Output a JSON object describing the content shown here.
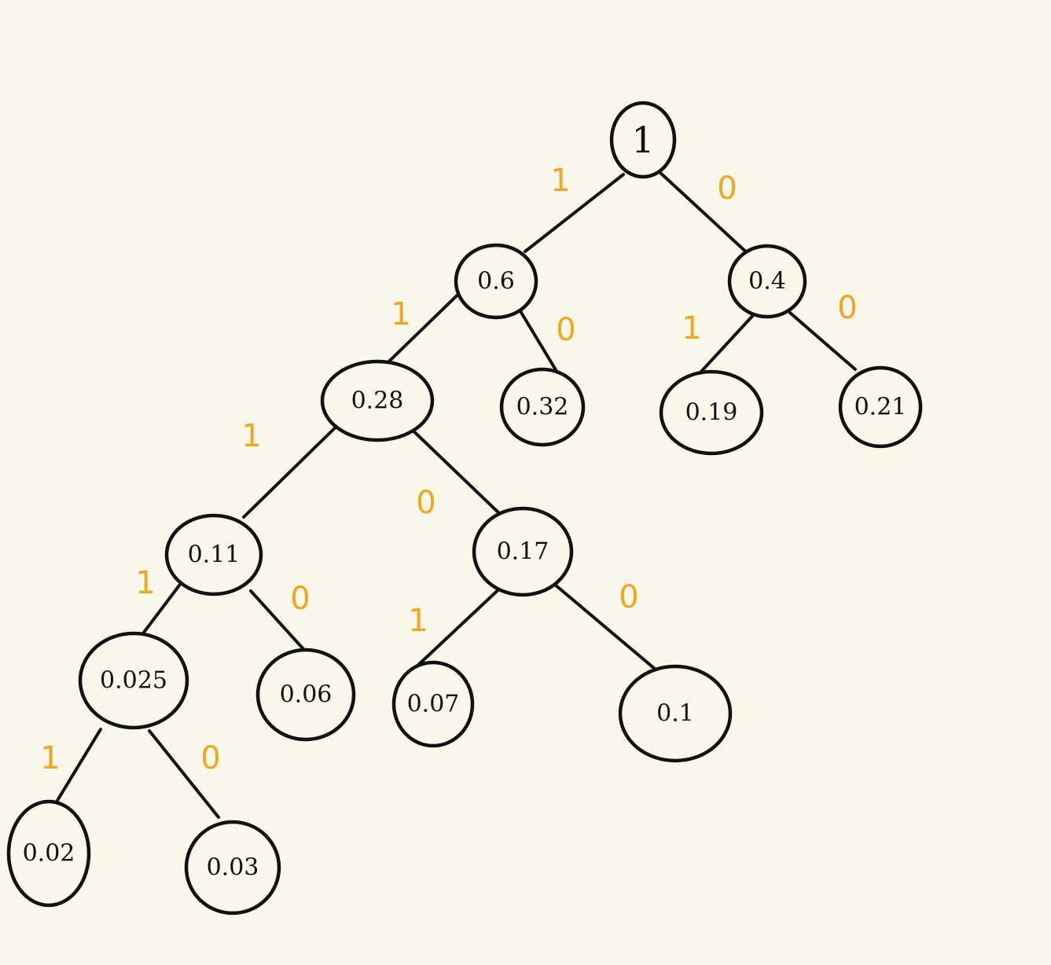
{
  "nodes": {
    "root": "1",
    "n_06": "0.6",
    "n_04": "0.4",
    "n_028": "0.28",
    "n_032": "0.32",
    "n_019": "0.19",
    "n_021": "0.21",
    "n_011": "0.11",
    "n_017": "0.17",
    "n_0025": "0.025",
    "n_006": "0.06",
    "n_007": "0.07",
    "n_01": "0.1",
    "n_002": "0.02",
    "n_003": "0.03"
  },
  "edges": [
    {
      "id": "root-n_06",
      "from": "root",
      "to": "n_06",
      "label": "1"
    },
    {
      "id": "root-n_04",
      "from": "root",
      "to": "n_04",
      "label": "0"
    },
    {
      "id": "n_06-n_028",
      "from": "n_06",
      "to": "n_028",
      "label": "1"
    },
    {
      "id": "n_06-n_032",
      "from": "n_06",
      "to": "n_032",
      "label": "0"
    },
    {
      "id": "n_04-n_019",
      "from": "n_04",
      "to": "n_019",
      "label": "1"
    },
    {
      "id": "n_04-n_021",
      "from": "n_04",
      "to": "n_021",
      "label": "0"
    },
    {
      "id": "n_028-n_011",
      "from": "n_028",
      "to": "n_011",
      "label": "1"
    },
    {
      "id": "n_028-n_017",
      "from": "n_028",
      "to": "n_017",
      "label": "0"
    },
    {
      "id": "n_011-n_0025",
      "from": "n_011",
      "to": "n_0025",
      "label": "1"
    },
    {
      "id": "n_011-n_006",
      "from": "n_011",
      "to": "n_006",
      "label": "0"
    },
    {
      "id": "n_017-n_007",
      "from": "n_017",
      "to": "n_007",
      "label": "1"
    },
    {
      "id": "n_017-n_01",
      "from": "n_017",
      "to": "n_01",
      "label": "0"
    },
    {
      "id": "n_0025-n_002",
      "from": "n_0025",
      "to": "n_002",
      "label": "1"
    },
    {
      "id": "n_0025-n_003",
      "from": "n_0025",
      "to": "n_003",
      "label": "0"
    }
  ],
  "colors": {
    "background": "#f9f6ea",
    "stroke": "#111111",
    "edge_label": "#f2a51f"
  }
}
